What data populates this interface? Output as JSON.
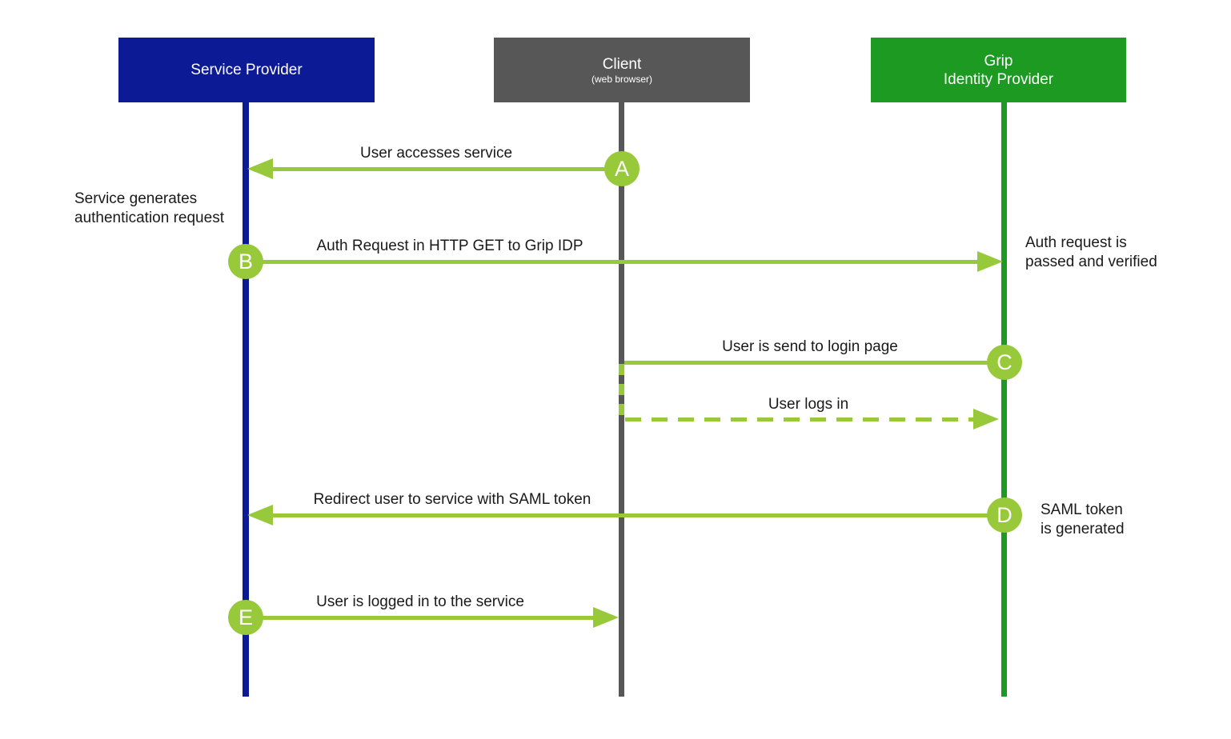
{
  "diagram_type": "SAML authentication sequence diagram",
  "actors": {
    "service_provider": {
      "label": "Service Provider"
    },
    "client": {
      "label": "Client",
      "sublabel": "(web browser)"
    },
    "identity_provider": {
      "label_line1": "Grip",
      "label_line2": "Identity Provider"
    }
  },
  "messages": {
    "a": {
      "badge": "A",
      "label": "User accesses service",
      "from": "Client",
      "to": "Service Provider",
      "style": "solid"
    },
    "b": {
      "badge": "B",
      "label": "Auth Request in HTTP GET to Grip IDP",
      "from": "Service Provider",
      "to": "Grip Identity Provider",
      "style": "solid"
    },
    "c": {
      "badge": "C",
      "label": "User is send to login page",
      "from": "Grip Identity Provider",
      "to": "Client",
      "style": "solid"
    },
    "login": {
      "label": "User logs in",
      "from": "Client",
      "to": "Grip Identity Provider",
      "style": "dashed"
    },
    "d": {
      "badge": "D",
      "label": "Redirect user to service with SAML token",
      "from": "Grip Identity Provider",
      "to": "Service Provider",
      "style": "solid"
    },
    "e": {
      "badge": "E",
      "label": "User is logged in to the service",
      "from": "Service Provider",
      "to": "Client",
      "style": "solid"
    }
  },
  "notes": {
    "sp_generates": {
      "line1": "Service generates",
      "line2": "authentication request"
    },
    "idp_verified": {
      "line1": "Auth request is",
      "line2": "passed and verified"
    },
    "idp_token": {
      "line1": "SAML token",
      "line2": "is generated"
    }
  },
  "colors": {
    "service_provider_blue": "#0D1A96",
    "client_gray": "#575757",
    "identity_provider_green": "#1C9A22",
    "arrow_green": "#97C93B",
    "label_text": "#1a1a1a",
    "box_text": "#ffffff"
  }
}
